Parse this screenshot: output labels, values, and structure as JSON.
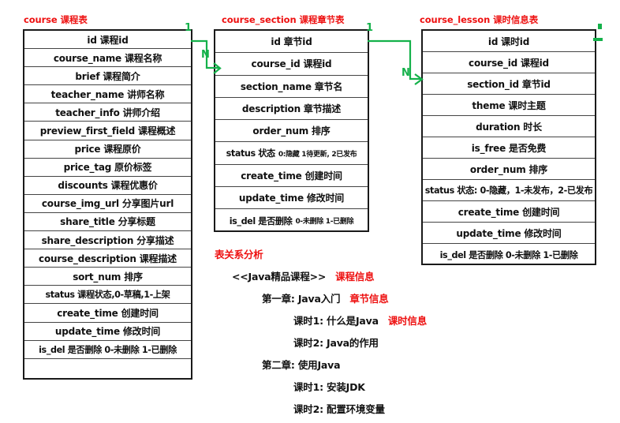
{
  "tables": [
    {
      "id": "course",
      "title": "course  课程表",
      "rows": [
        {
          "text": "id  课程id"
        },
        {
          "text": "course_name  课程名称"
        },
        {
          "text": "brief  课程简介"
        },
        {
          "text": "teacher_name  讲师名称"
        },
        {
          "text": "teacher_info   讲师介绍"
        },
        {
          "text": "preview_first_field 课程概述"
        },
        {
          "text": "price 课程原价"
        },
        {
          "text": "price_tag  原价标签"
        },
        {
          "text": "discounts 课程优惠价"
        },
        {
          "text": "course_img_url  分享图片url"
        },
        {
          "text": "share_title  分享标题"
        },
        {
          "text": "share_description  分享描述"
        },
        {
          "text": "course_description  课程描述"
        },
        {
          "text": "sort_num   排序"
        },
        {
          "text": "status 课程状态,0-草稿,1-上架"
        },
        {
          "text": "create_time 创建时间"
        },
        {
          "text": "update_time 修改时间"
        },
        {
          "text": "is_del 是否删除 0-未删除 1-已删除"
        },
        {
          "text": ""
        }
      ]
    },
    {
      "id": "course_section",
      "title": "course_section 课程章节表",
      "rows": [
        {
          "text": "id  章节id"
        },
        {
          "text": "course_id   课程id"
        },
        {
          "text": "section_name  章节名"
        },
        {
          "text": "description  章节描述"
        },
        {
          "text": "order_num  排序"
        },
        {
          "text": "status 状态",
          "note": "0:隐藏 1待更新, 2已发布"
        },
        {
          "text": "create_time 创建时间"
        },
        {
          "text": "update_time 修改时间"
        },
        {
          "text": "is_del 是否删除",
          "note": "0-未删除 1-已删除"
        }
      ]
    },
    {
      "id": "course_lesson",
      "title": "course_lesson 课时信息表",
      "rows": [
        {
          "text": "id  课时id"
        },
        {
          "text": "course_id 课程id"
        },
        {
          "text": "section_id 章节id"
        },
        {
          "text": "theme  课时主题"
        },
        {
          "text": "duration  时长"
        },
        {
          "text": "is_free   是否免费"
        },
        {
          "text": "order_num 排序"
        },
        {
          "text": "status  状态: 0-隐藏，1-未发布，2-已发布"
        },
        {
          "text": "create_time 创建时间"
        },
        {
          "text": "update_time 修改时间"
        },
        {
          "text": "is_del 是否删除 0-未删除 1-已删除"
        }
      ]
    }
  ],
  "relations": [
    {
      "id": "course-to-section",
      "one": "1",
      "many": "N"
    },
    {
      "id": "section-to-lesson",
      "one": "1",
      "many": "N"
    }
  ],
  "analysis": {
    "heading": "表关系分析",
    "lines": [
      {
        "text": "<<Java精品课程>>",
        "tag": "课程信息",
        "level": 0
      },
      {
        "text": "第一章:  Java入门",
        "tag": "章节信息",
        "level": 1
      },
      {
        "text": "课时1: 什么是Java",
        "tag": "课时信息",
        "level": 2
      },
      {
        "text": "课时2: Java的作用",
        "tag": "",
        "level": 2
      },
      {
        "text": "第二章:  使用Java",
        "tag": "",
        "level": 1
      },
      {
        "text": "课时1: 安装JDK",
        "tag": "",
        "level": 2
      },
      {
        "text": "课时2: 配置环境变量",
        "tag": "",
        "level": 2
      }
    ]
  },
  "colors": {
    "title_red": "#ee1111",
    "connector_green": "#14b14a",
    "border_black": "#1a1a1a"
  }
}
